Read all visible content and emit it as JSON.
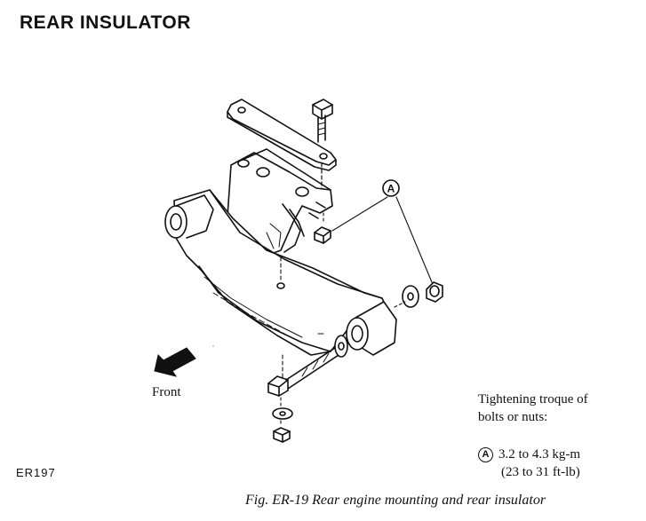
{
  "page": {
    "title": "REAR INSULATOR",
    "figure_code": "ER197",
    "caption": "Fig. ER-19  Rear engine mounting and rear insulator"
  },
  "illustration": {
    "direction_label": "Front",
    "callout_letter": "A"
  },
  "torque_note": {
    "heading_line1": "Tightening troque of",
    "heading_line2": "bolts or nuts:",
    "callout_letter": "A",
    "spec_metric": "3.2 to 4.3 kg-m",
    "spec_imperial": "(23 to 31 ft-lb)"
  }
}
